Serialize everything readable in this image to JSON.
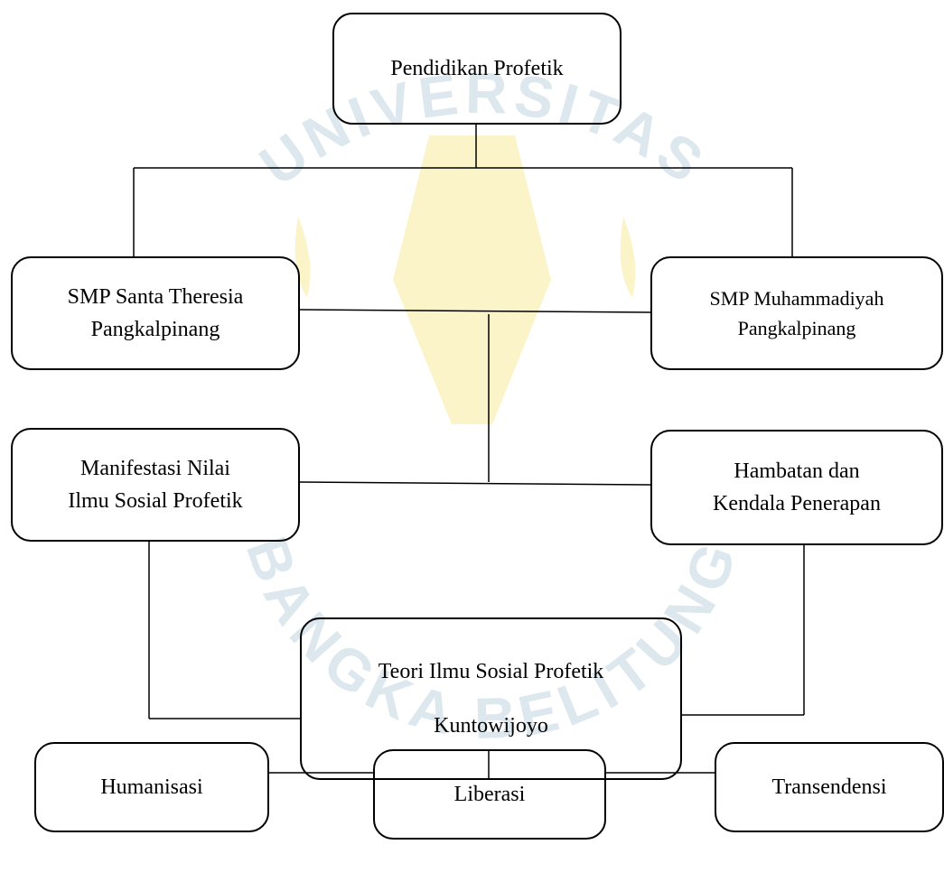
{
  "watermark": {
    "text": "UNIVERSITAS BANGKA BELITUNG",
    "colors": {
      "arc": "#dde7ee",
      "emblem": "#fbf4c9"
    }
  },
  "colors": {
    "stroke": "#000000",
    "background": "#ffffff"
  },
  "nodes": {
    "root": {
      "label": "Pendidikan Profetik"
    },
    "santa": {
      "line1": "SMP Santa Theresia",
      "line2": "Pangkalpinang"
    },
    "muhammadiyah": {
      "line1": "SMP Muhammadiyah",
      "line2": "Pangkalpinang"
    },
    "manifestasi": {
      "line1": "Manifestasi Nilai",
      "line2": "Ilmu Sosial Profetik"
    },
    "hambatan": {
      "line1": "Hambatan dan",
      "line2": "Kendala Penerapan"
    },
    "teori": {
      "line1": "Teori Ilmu Sosial Profetik",
      "line2": "Kuntowijoyo"
    },
    "humanisasi": {
      "label": "Humanisasi"
    },
    "liberasi": {
      "label": "Liberasi"
    },
    "transendensi": {
      "label": "Transendensi"
    }
  }
}
